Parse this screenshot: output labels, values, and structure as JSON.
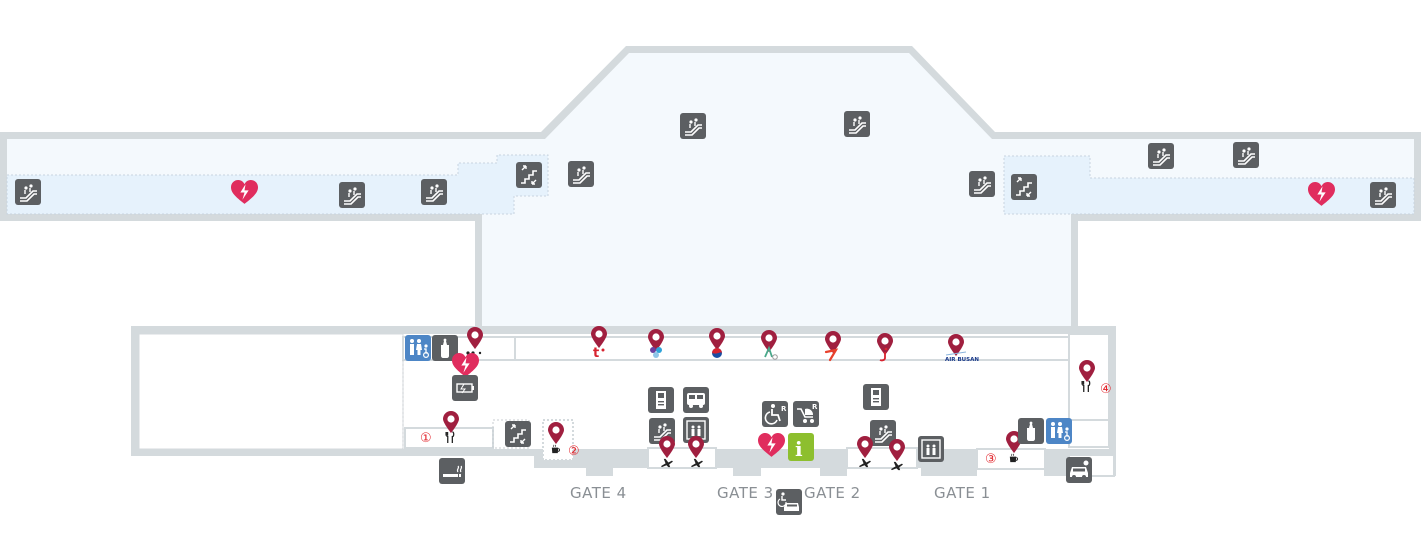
{
  "map": {
    "gates": [
      {
        "id": "gate-4",
        "label": "GATE 4"
      },
      {
        "id": "gate-3",
        "label": "GATE 3"
      },
      {
        "id": "gate-2",
        "label": "GATE 2"
      },
      {
        "id": "gate-1",
        "label": "GATE 1"
      }
    ],
    "restaurants": [
      {
        "number": "①",
        "icon": "fork-knife-icon"
      },
      {
        "number": "④",
        "icon": "fork-knife-icon"
      }
    ],
    "cafes": [
      {
        "number": "②",
        "icon": "coffee-cup-icon"
      },
      {
        "number": "③",
        "icon": "coffee-cup-icon"
      }
    ],
    "airline_logos": [
      {
        "name": "tway-logo"
      },
      {
        "name": "jin-air-logo"
      },
      {
        "name": "korean-air-logo"
      },
      {
        "name": "asiana-logo"
      },
      {
        "name": "jeju-air-logo"
      },
      {
        "name": "jeju-air-j-logo"
      },
      {
        "name": "air-busan-logo",
        "text": "AIR BUSAN"
      }
    ],
    "info_icon": {
      "glyph": "i"
    },
    "colors": {
      "wall": "#d4dadd",
      "floor_light": "#f4f9fd",
      "floor_blue": "#e6f2fc",
      "icon_grey": "#5c5f62",
      "icon_blue": "#4d86c6",
      "info_green": "#8dbf2e",
      "pin": "#a01f3f",
      "aed": "#e02d5e",
      "badge_red": "#e2232a"
    }
  }
}
